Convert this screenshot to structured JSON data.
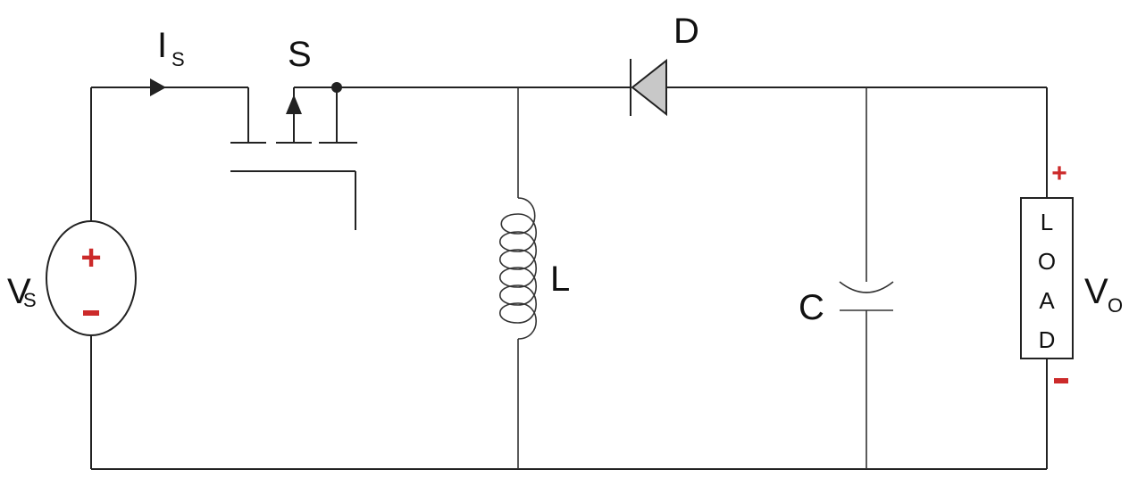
{
  "labels": {
    "source_current": "I",
    "source_current_sub": "S",
    "switch": "S",
    "diode": "D",
    "inductor": "L",
    "capacitor": "C",
    "source_voltage": "V",
    "source_voltage_sub": "S",
    "output_voltage": "V",
    "output_voltage_sub": "O",
    "load_letters": [
      "L",
      "O",
      "A",
      "D"
    ]
  },
  "polarity": {
    "source_plus": "+",
    "source_minus": "-",
    "load_plus": "+",
    "load_minus": "-"
  },
  "colors": {
    "wire": "#222222",
    "polarity": "#cc2a2a",
    "diode_fill": "#c8c8c8"
  }
}
